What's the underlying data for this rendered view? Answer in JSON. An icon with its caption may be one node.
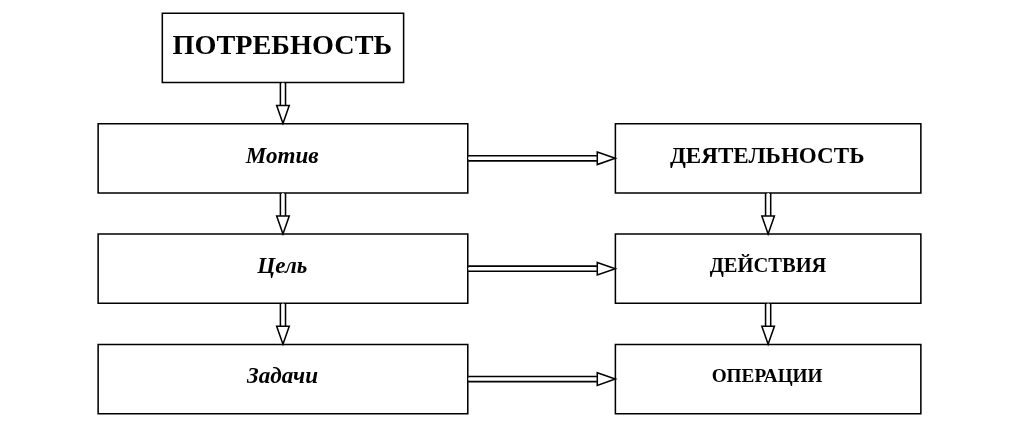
{
  "diagram": {
    "nodes": [
      {
        "text": [
          "ПОТРЕБНОСТЬ"
        ]
      },
      {
        "text": [
          "Мотив"
        ]
      },
      {
        "text": [
          "ДЕЯТЕЛЬНОСТЬ"
        ]
      },
      {
        "text": [
          "Цель"
        ]
      },
      {
        "text": [
          "ДЕЙСТВИЯ"
        ]
      },
      {
        "text": [
          "Задачи"
        ]
      },
      {
        "text": [
          "ОПЕРАЦИИ"
        ]
      }
    ],
    "edges": [
      {
        "from": 0,
        "to": 1,
        "arrow": "to"
      },
      {
        "from": 1,
        "to": 2,
        "arrow": "to"
      },
      {
        "from": 1,
        "to": 3,
        "arrow": "to"
      },
      {
        "from": 2,
        "to": 4,
        "arrow": "to"
      },
      {
        "from": 3,
        "to": 4,
        "arrow": "to"
      },
      {
        "from": 3,
        "to": 5,
        "arrow": "to"
      },
      {
        "from": 4,
        "to": 6,
        "arrow": "to"
      },
      {
        "from": 5,
        "to": 6,
        "arrow": "to"
      }
    ]
  }
}
